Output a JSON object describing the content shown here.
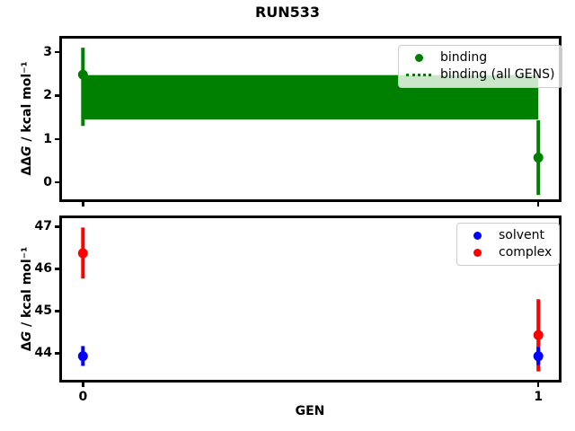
{
  "title": "RUN533",
  "axes": {
    "top": {
      "ylabel_prefix": "ΔΔ",
      "ylabel_symbol": "G",
      "ylabel_suffix": " / kcal mol⁻¹"
    },
    "bottom": {
      "ylabel_prefix": "Δ",
      "ylabel_symbol": "G",
      "ylabel_suffix": " / kcal mol⁻¹",
      "xlabel": "GEN"
    }
  },
  "chart_data": [
    {
      "type": "scatter",
      "subplot": "top",
      "ylabel": "ΔΔG / kcal mol⁻¹",
      "xlabel": "",
      "xlim": [
        -0.046,
        1.045
      ],
      "ylim": [
        -0.39,
        3.31
      ],
      "yticks": [
        0,
        1,
        2,
        3
      ],
      "xticks": [
        0,
        1
      ],
      "show_xtick_labels": false,
      "grid": false,
      "series": [
        {
          "name": "binding",
          "color": "#008000",
          "marker": "circle",
          "points": [
            {
              "x": 0,
              "y": 2.48,
              "err_lo": 1.3,
              "err_hi": 3.1
            },
            {
              "x": 1,
              "y": 0.57,
              "err_lo": -0.29,
              "err_hi": 1.43
            }
          ]
        }
      ],
      "band": {
        "name": "binding (all GENS)",
        "color": "#008000",
        "x_from": 0,
        "x_to": 1,
        "y_lo": 1.45,
        "y_hi": 2.47,
        "center_line_y": 1.96,
        "center_line_style": "dotted"
      },
      "legend": {
        "position": "upper right",
        "entries": [
          {
            "label": "binding",
            "handle": "dot",
            "color": "#008000"
          },
          {
            "label": "binding (all GENS)",
            "handle": "dotted-line",
            "color": "#008000"
          }
        ]
      }
    },
    {
      "type": "scatter",
      "subplot": "bottom",
      "ylabel": "ΔG / kcal mol⁻¹",
      "xlabel": "GEN",
      "xlim": [
        -0.046,
        1.045
      ],
      "ylim": [
        43.37,
        47.2
      ],
      "yticks": [
        44,
        45,
        46,
        47
      ],
      "xticks": [
        0,
        1
      ],
      "show_xtick_labels": true,
      "grid": false,
      "series": [
        {
          "name": "complex",
          "color": "#ff0000",
          "marker": "circle",
          "points": [
            {
              "x": 0,
              "y": 46.37,
              "err_lo": 45.77,
              "err_hi": 46.98
            },
            {
              "x": 1,
              "y": 44.43,
              "err_lo": 43.57,
              "err_hi": 45.28
            }
          ]
        },
        {
          "name": "solvent",
          "color": "#0000ff",
          "marker": "circle",
          "points": [
            {
              "x": 0,
              "y": 43.93,
              "err_lo": 43.7,
              "err_hi": 44.17
            },
            {
              "x": 1,
              "y": 43.93,
              "err_lo": 43.72,
              "err_hi": 44.15
            }
          ]
        }
      ],
      "legend": {
        "position": "upper right",
        "entries": [
          {
            "label": "solvent",
            "handle": "dot",
            "color": "#0000ff"
          },
          {
            "label": "complex",
            "handle": "dot",
            "color": "#ff0000"
          }
        ]
      }
    }
  ]
}
